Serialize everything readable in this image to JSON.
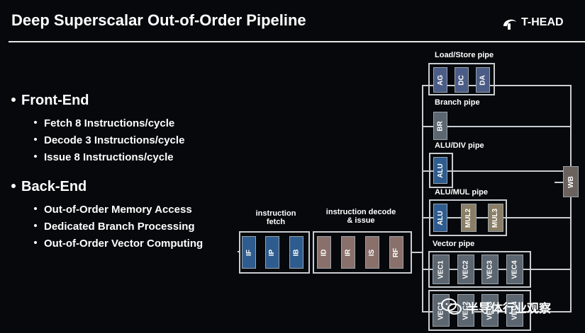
{
  "title": "Deep Superscalar Out-of-Order Pipeline",
  "logo": {
    "text": "T-HEAD"
  },
  "bullets": [
    {
      "label": "Front-End",
      "items": [
        "Fetch 8 Instructions/cycle",
        "Decode 3 Instructions/cycle",
        "Issue 8 Instructions/cycle"
      ]
    },
    {
      "label": "Back-End",
      "items": [
        "Out-of-Order Memory Access",
        "Dedicated Branch Processing",
        "Out-of-Order Vector Computing"
      ]
    }
  ],
  "diagram": {
    "fetch_group": {
      "label_line1": "instruction",
      "label_line2": "fetch",
      "stages": [
        "IF",
        "IP",
        "IB"
      ]
    },
    "decode_group": {
      "label_line1": "instruction decode",
      "label_line2": "& issue",
      "stages": [
        "ID",
        "IR",
        "IS",
        "RF"
      ]
    },
    "pipes": {
      "load_store": {
        "label": "Load/Store pipe",
        "stages": [
          "AG",
          "DC",
          "DA"
        ]
      },
      "branch": {
        "label": "Branch pipe",
        "stages": [
          "BR"
        ]
      },
      "alu_div": {
        "label": "ALU/DIV pipe",
        "stages": [
          "ALU"
        ]
      },
      "alu_mul": {
        "label": "ALU/MUL pipe",
        "stages": [
          "ALU",
          "MUL2",
          "MUL3"
        ]
      },
      "vector": {
        "label": "Vector pipe",
        "stages": [
          "VEC1",
          "VEC2",
          "VEC3",
          "VEC4"
        ],
        "row2_stages": [
          "VEC1",
          "VEC2",
          "VEC3",
          "VEC4"
        ]
      }
    },
    "writeback": "WB"
  },
  "watermark": {
    "text": "半导体行业观察",
    "icon": "wechat-icon"
  }
}
